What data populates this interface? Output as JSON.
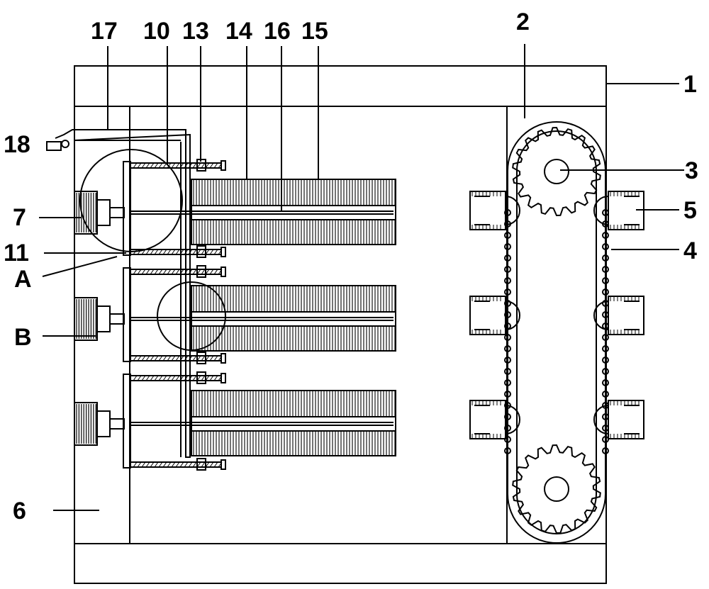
{
  "labels": {
    "l1": "1",
    "l2": "2",
    "l3": "3",
    "l4": "4",
    "l5": "5",
    "l6": "6",
    "l7": "7",
    "l10": "10",
    "l11": "11",
    "l13": "13",
    "l14": "14",
    "l15": "15",
    "l16": "16",
    "l17": "17",
    "l18": "18",
    "lA": "A",
    "lB": "B"
  },
  "colors": {
    "stroke": "#000000",
    "background": "#ffffff"
  }
}
